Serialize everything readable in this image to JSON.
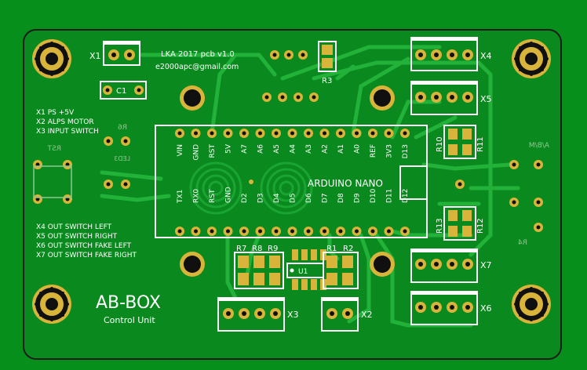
{
  "board": {
    "title": "AB-BOX",
    "subtitle": "Control Unit",
    "version": "LKA 2017 pcb v1.0",
    "email": "e2000apc@gmail.com",
    "colors": {
      "board": "#0a8a1e",
      "copper": "#19a632",
      "pad": "#d8b43a",
      "silk": "#ffffff",
      "hole": "#1a1a1a"
    }
  },
  "legend": [
    "X1  PS +5V",
    "X2  ALPS MOTOR",
    "X3  INPUT SWITCH",
    "X4  OUT SWITCH LEFT",
    "X5  OUT SWITCH RIGHT",
    "X6  OUT SWITCH FAKE LEFT",
    "X7  OUT SWITCH FAKE RIGHT"
  ],
  "nano": {
    "label": "ARDUINO NANO",
    "top_pins": [
      "VIN",
      "GND",
      "RST",
      "5V",
      "A7",
      "A6",
      "A5",
      "A4",
      "A3",
      "A2",
      "A1",
      "A0",
      "REF",
      "3V3",
      "D13"
    ],
    "bottom_pins": [
      "TX1",
      "RX0",
      "RST",
      "GND",
      "D2",
      "D3",
      "D4",
      "D5",
      "D6",
      "D7",
      "D8",
      "D9",
      "D10",
      "D11",
      "D12"
    ]
  },
  "connectors": {
    "x1": "X1",
    "x2": "X2",
    "x3": "X3",
    "x4": "X4",
    "x5": "X5",
    "x6": "X6",
    "x7": "X7"
  },
  "components": {
    "c1": "C1",
    "r1": "R1",
    "r2": "R2",
    "r3": "R3",
    "r7": "R7",
    "r8": "R8",
    "r9": "R9",
    "r10": "R10",
    "r11": "R11",
    "r12": "R12",
    "r13": "R13",
    "u1": "U1"
  },
  "bottom_silk": {
    "rst": "RST",
    "r6": "R6",
    "r4": "R4",
    "mirror_label": "A/B/M",
    "led": "LED3"
  }
}
